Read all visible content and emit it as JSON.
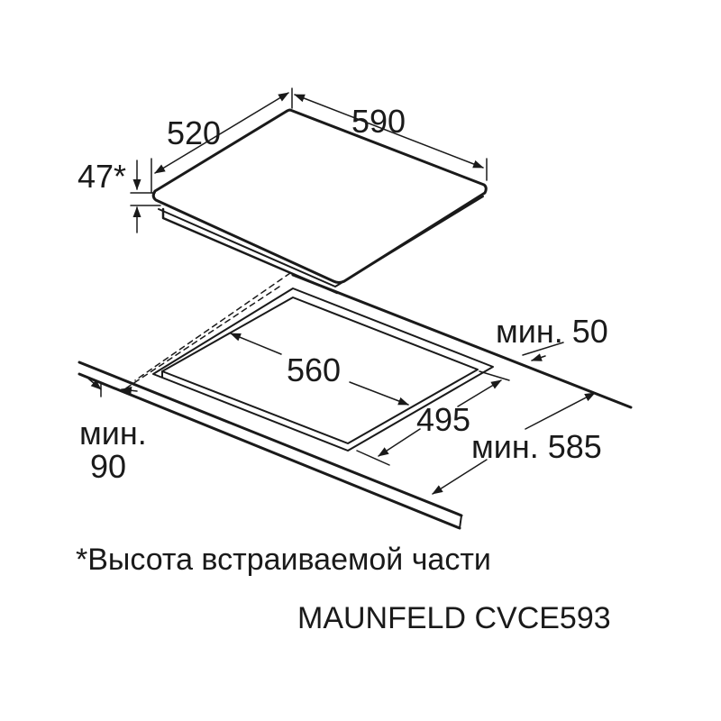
{
  "diagram": {
    "hob_width": "590",
    "hob_depth": "520",
    "hob_height": "47*",
    "cutout_width": "560",
    "cutout_depth": "495",
    "min_back_clearance": "мин. 50",
    "min_worktop_depth": "мин. 585",
    "min_front_label": "мин.",
    "min_front_value": "90"
  },
  "footnote": "*Высота встраиваемой части",
  "model": "MAUNFELD CVCE593"
}
